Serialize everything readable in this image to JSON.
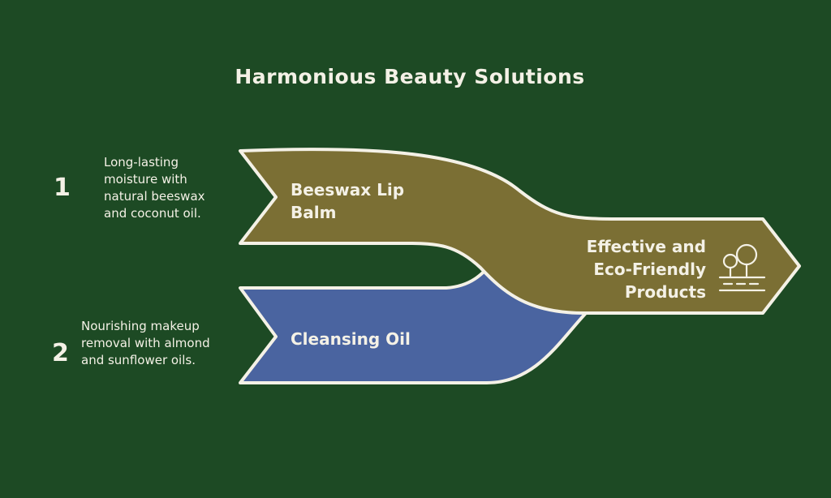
{
  "title": "Harmonious Beauty Solutions",
  "colors": {
    "background": "#1d4a24",
    "olive": "#7b6f34",
    "blue": "#4a64a0",
    "outline": "#f4f1e6"
  },
  "items": [
    {
      "number": "1",
      "description": "Long-lasting moisture with natural beeswax and coconut oil.",
      "label": "Beeswax Lip Balm"
    },
    {
      "number": "2",
      "description": "Nourishing makeup removal with almond and sunflower oils.",
      "label": "Cleansing Oil"
    }
  ],
  "result": {
    "label": "Effective and Eco-Friendly Products",
    "icon": "trees-icon"
  }
}
